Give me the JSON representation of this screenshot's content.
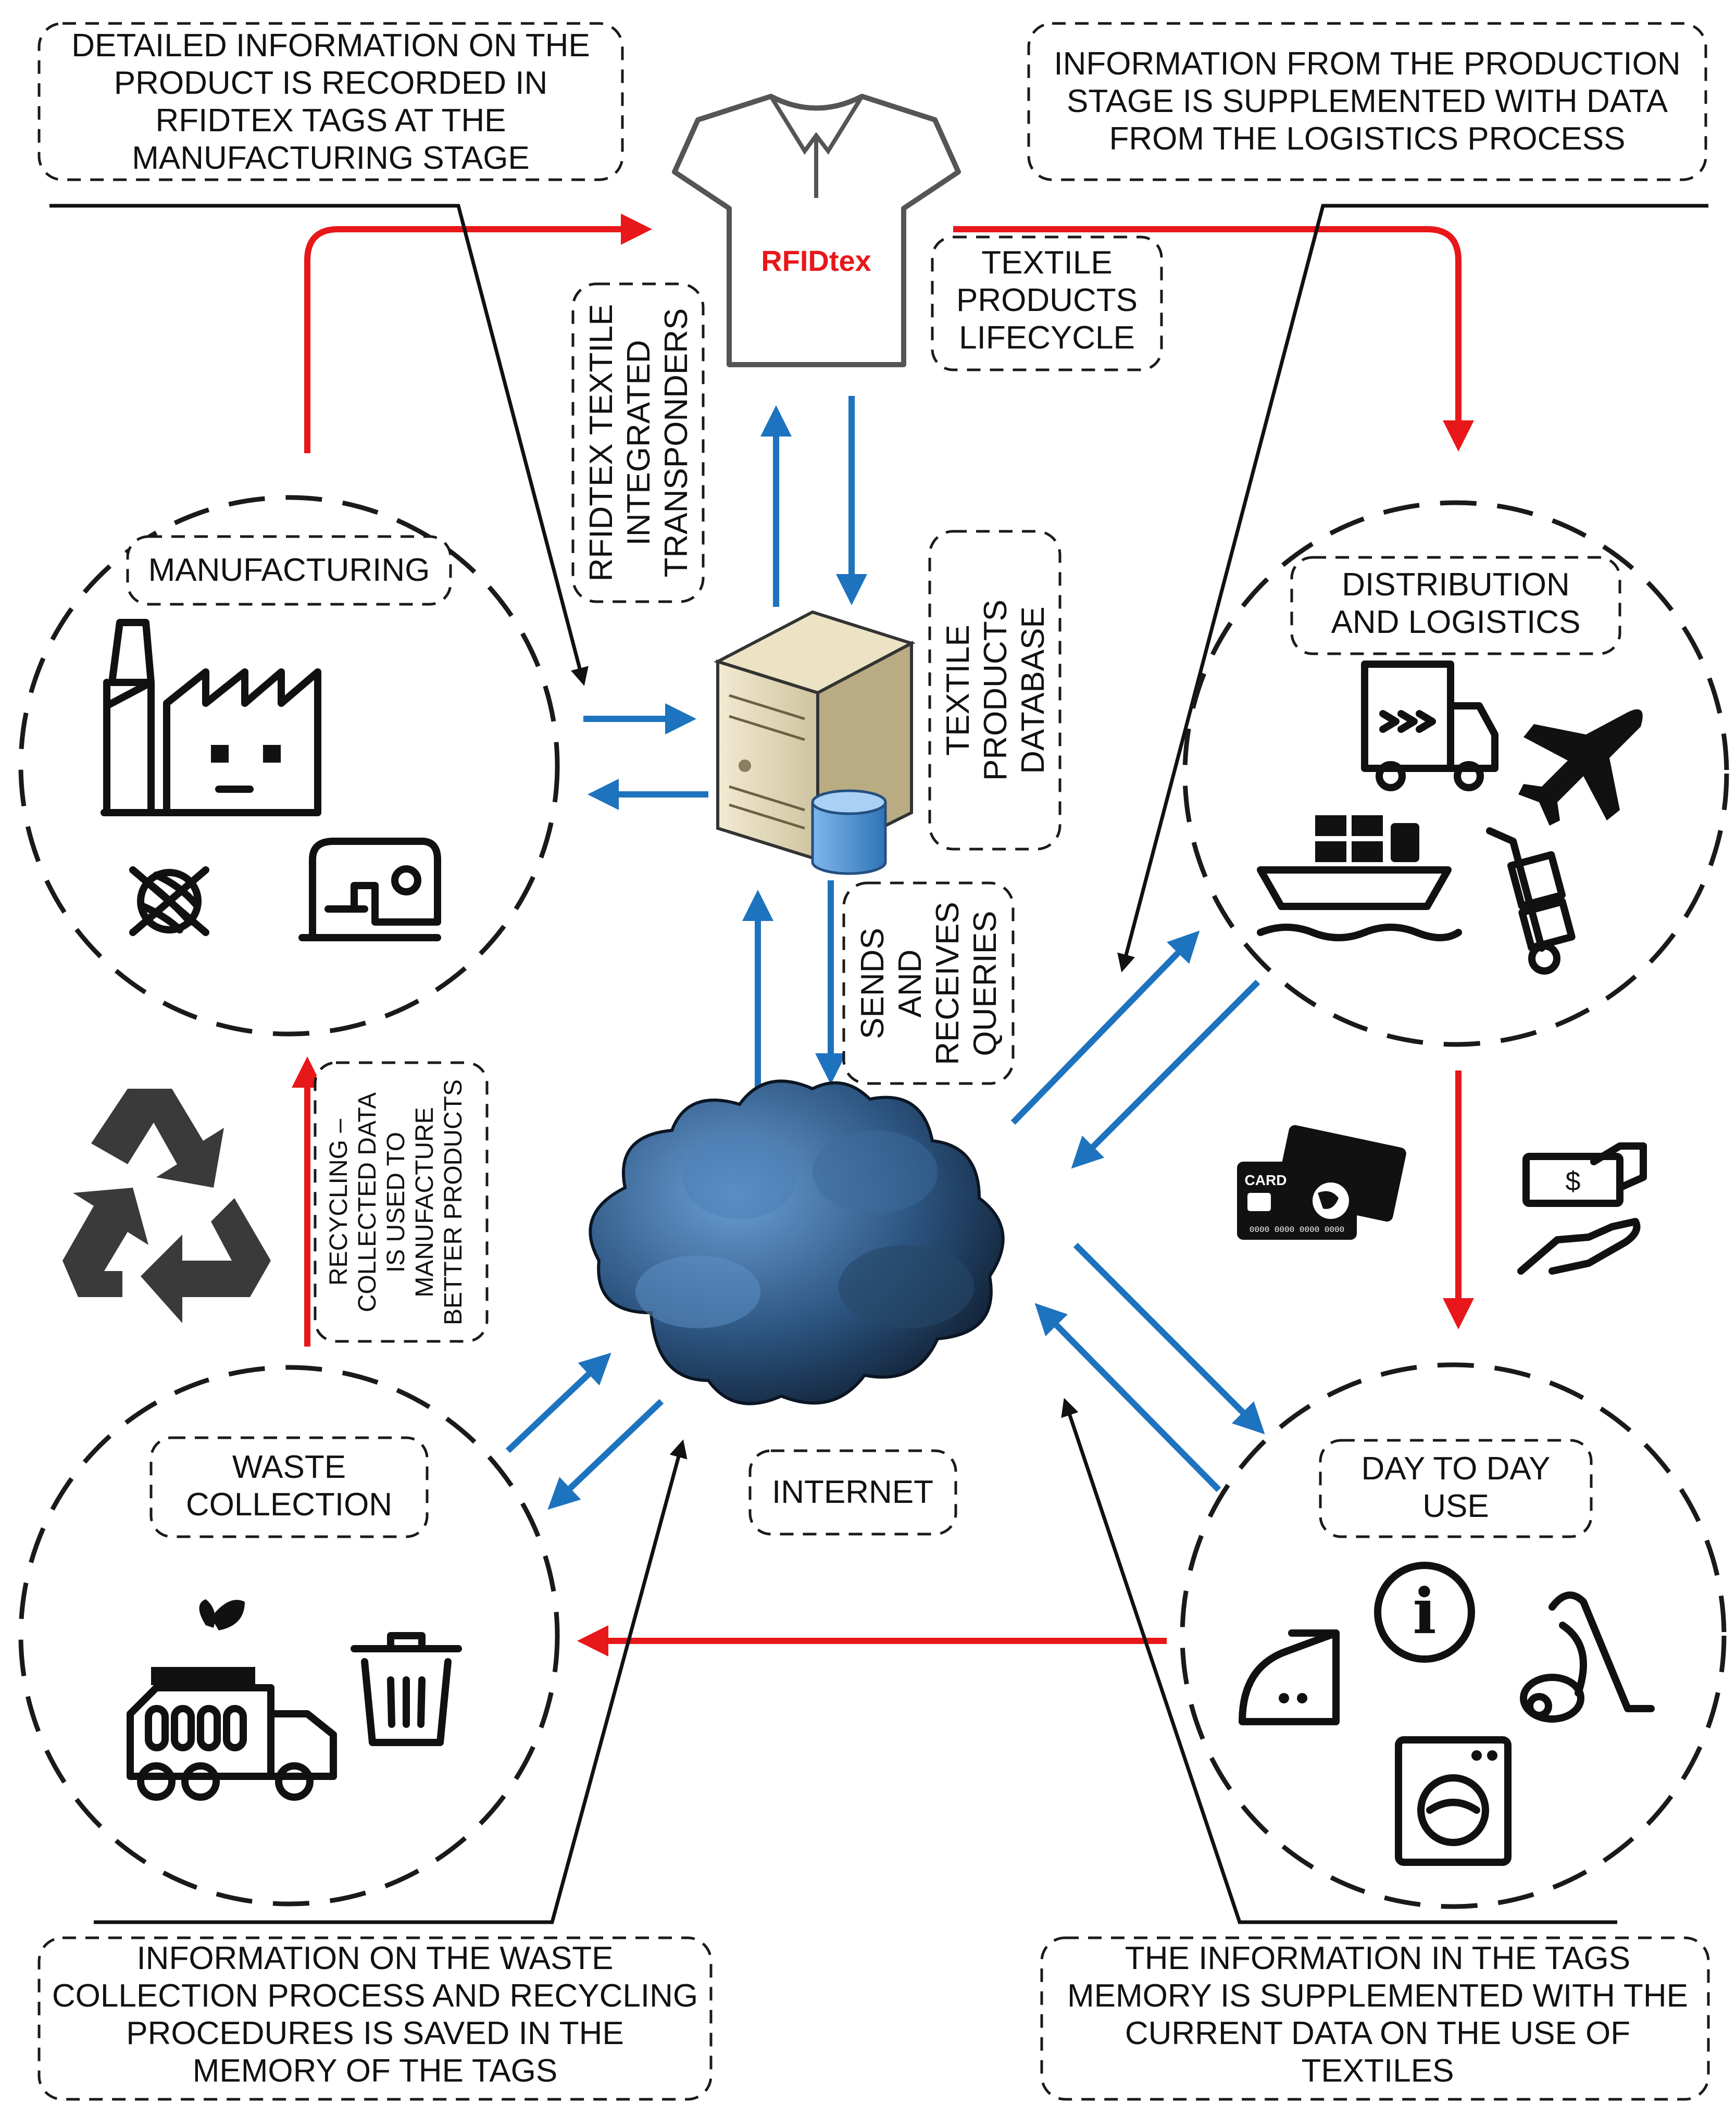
{
  "colors": {
    "flow_red": "#e8171a",
    "data_blue": "#1e73be",
    "info_black": "#111111",
    "cloud_dark": "#1f3a55",
    "cloud_light": "#5b8fc4",
    "brand_red": "#e8171a"
  },
  "shirt": {
    "brand": "RFIDtex"
  },
  "callouts": {
    "manufacturing_info": [
      "DETAILED INFORMATION ON THE",
      "PRODUCT IS RECORDED IN",
      "RFIDTEX TAGS AT THE",
      "MANUFACTURING STAGE"
    ],
    "logistics_info": [
      "INFORMATION FROM THE PRODUCTION",
      "STAGE IS SUPPLEMENTED WITH DATA",
      "FROM THE LOGISTICS PROCESS"
    ],
    "waste_info": [
      "INFORMATION ON THE WASTE",
      "COLLECTION PROCESS AND RECYCLING",
      "PROCEDURES IS SAVED IN THE",
      "MEMORY OF THE TAGS"
    ],
    "use_info": [
      "THE INFORMATION IN THE TAGS",
      "MEMORY IS SUPPLEMENTED WITH THE",
      "CURRENT DATA ON THE USE OF",
      "TEXTILES"
    ]
  },
  "labels": {
    "lifecycle": [
      "TEXTILE",
      "PRODUCTS",
      "LIFECYCLE"
    ],
    "transponders": [
      "RFIDTEX TEXTILE",
      "INTEGRATED",
      "TRANSPONDERS"
    ],
    "database": [
      "TEXTILE",
      "PRODUCTS",
      "DATABASE"
    ],
    "queries": [
      "SENDS",
      "AND",
      "RECEIVES",
      "QUERIES"
    ],
    "recycling": [
      "RECYCLING –",
      "COLLECTED DATA",
      "IS USED TO",
      "MANUFACTURE",
      "BETTER PRODUCTS"
    ],
    "internet": "INTERNET"
  },
  "stages": {
    "manufacturing": {
      "title": [
        "MANUFACTURING"
      ],
      "icons": [
        "factory-icon",
        "yarn-ball-icon",
        "sewing-machine-icon"
      ]
    },
    "distribution": {
      "title": [
        "DISTRIBUTION",
        "AND LOGISTICS"
      ],
      "icons": [
        "delivery-truck-icon",
        "airplane-icon",
        "cargo-ship-icon",
        "hand-truck-icon"
      ]
    },
    "waste": {
      "title": [
        "WASTE",
        "COLLECTION"
      ],
      "icons": [
        "garbage-truck-icon",
        "trash-bin-icon"
      ]
    },
    "day_to_day": {
      "title": [
        "DAY TO DAY",
        "USE"
      ],
      "icons": [
        "iron-icon",
        "info-icon",
        "vacuum-cleaner-icon",
        "washing-machine-icon"
      ]
    }
  },
  "payment": {
    "card_text": "CARD",
    "card_number": "0000 0000 0000 0000",
    "bill_symbol": "$"
  },
  "info_icon_glyph": "i"
}
